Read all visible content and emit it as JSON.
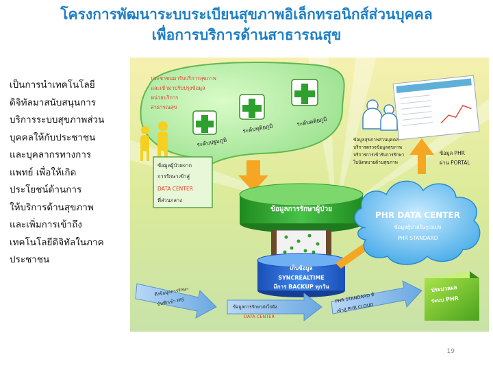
{
  "title": {
    "line1": "โครงการพัฒนาระบบระเบียนสุขภาพอิเล็กทรอนิกส์ส่วนบุคคล",
    "line2": "เพื่อการบริการด้านสาธารณสุข"
  },
  "body_lines": [
    "เป็นการนำเทคโนโลยี",
    "ดิจิทัลมาสนับสนุนการ",
    "บริการระบบสุขภาพส่วน",
    "บุคคลให้กับประชาชน",
    "และบุคลากรทางการ",
    "แพทย์ เพื่อให้เกิด",
    "ประโยชน์ด้านการ",
    "ให้บริการด้านสุขภาพ",
    "และเพิ่มการเข้าถึง",
    "เทคโนโลยีดิจิทัลในภาค",
    "ประชาชน"
  ],
  "diagram": {
    "bubble_text": [
      "ประชาชนมารับบริการสุขภาพ",
      "และเข้ามาปรับปรุงข้อมูล",
      "หน่วยบริการ",
      "สาธารณสุข"
    ],
    "levels": [
      "ระดับปฐมภูมิ",
      "ระดับทุติยภูมิ",
      "ระดับตติยภูมิ"
    ],
    "access_box": [
      "ข้อมูลผู้ป่วยจาก",
      "การรักษาเข้าสู่",
      "DATA CENTER",
      "ที่ส่วนกลาง"
    ],
    "cylinder_top": "ข้อมูลการรักษาผู้ป่วย",
    "cylinder_bottom": [
      "เก็บข้อมูล",
      "SYNCREALTIME",
      "มีการ BACKUP ทุกวัน"
    ],
    "services": [
      "ข้อมูลสุขภาพส่วนบุคคล",
      "บริการตรวจข้อมูลสุขภาพ",
      "บริการการเข้ารับการรักษา",
      "ใบนัดหมายด้านสุขภาพ"
    ],
    "phr_portal": [
      "ข้อมูล PHR",
      "ผ่าน PORTAL"
    ],
    "cloud_title": "PHR DATA CENTER",
    "cloud_sub1": "ข้อมูลผู้ป่วยในรูปแบบ",
    "cloud_sub2": "PHR STANDARD",
    "his_arrow": [
      "ดึงข้อมูลการรักษา",
      "บันทึกเข้า HIS"
    ],
    "ds_arrow_1": "ข้อมูลการรักษาส่งไปยัง",
    "ds_arrow_2": "DATA CENTER",
    "cloud_arrow": [
      "PHR STANDARD ที่",
      "เข้าสู่ PHR CLOUD"
    ],
    "green_box": [
      "ประมวลผล",
      "ระบบ PHR"
    ]
  },
  "page_number": "19",
  "colors": {
    "title": "#1f7fc6",
    "cylinder": "#2a9a2a",
    "cloud": "#2f9ee0",
    "arrow": "#f5a623"
  }
}
